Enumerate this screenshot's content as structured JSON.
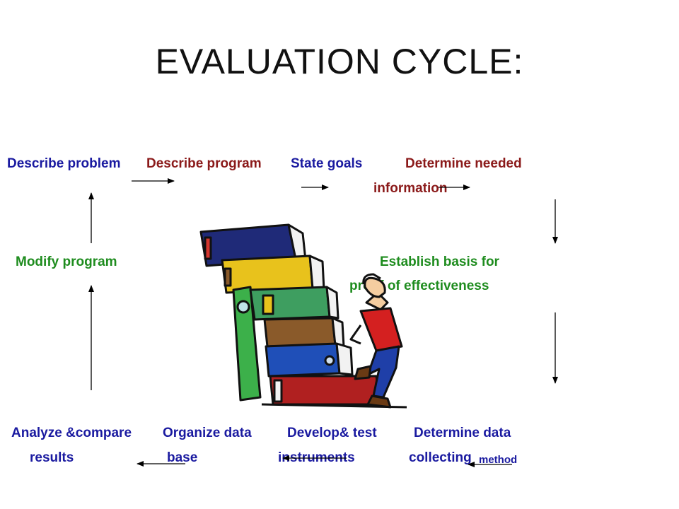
{
  "title": "EVALUATION CYCLE:",
  "steps": {
    "describe_problem": "Describe problem",
    "describe_program": "Describe program",
    "state_goals": "State goals",
    "determine_needed_1": "Determine needed",
    "determine_needed_2": "information",
    "modify_program": "Modify program",
    "establish_1": "Establish basis for",
    "establish_2": "proof of effectiveness",
    "analyze_1": "Analyze &compare",
    "analyze_2": "results",
    "organize_1": "Organize data",
    "organize_2": "base",
    "develop_1": "Develop& test",
    "develop_2": "instruments",
    "collect_1": "Determine  data",
    "collect_2": "collecting",
    "collect_3": "method"
  },
  "colors": {
    "blue": "#1a1aa0",
    "red": "#8b1a1a",
    "green": "#1e8c1e"
  },
  "illustration": "man-climbing-books-clipart"
}
